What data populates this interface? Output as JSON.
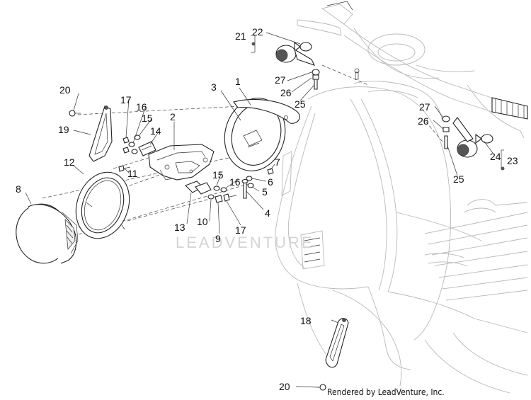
{
  "callouts": [
    {
      "id": "c1",
      "text": "1"
    },
    {
      "id": "c2",
      "text": "2"
    },
    {
      "id": "c3",
      "text": "3"
    },
    {
      "id": "c4",
      "text": "4"
    },
    {
      "id": "c5",
      "text": "5"
    },
    {
      "id": "c6",
      "text": "6"
    },
    {
      "id": "c7",
      "text": "7"
    },
    {
      "id": "c8",
      "text": "8"
    },
    {
      "id": "c9",
      "text": "9"
    },
    {
      "id": "c10",
      "text": "10"
    },
    {
      "id": "c11",
      "text": "11"
    },
    {
      "id": "c12",
      "text": "12"
    },
    {
      "id": "c13",
      "text": "13"
    },
    {
      "id": "c14",
      "text": "14"
    },
    {
      "id": "c15a",
      "text": "15"
    },
    {
      "id": "c15b",
      "text": "15"
    },
    {
      "id": "c16a",
      "text": "16"
    },
    {
      "id": "c16b",
      "text": "16"
    },
    {
      "id": "c17a",
      "text": "17"
    },
    {
      "id": "c17b",
      "text": "17"
    },
    {
      "id": "c18",
      "text": "18"
    },
    {
      "id": "c19",
      "text": "19"
    },
    {
      "id": "c20a",
      "text": "20"
    },
    {
      "id": "c20b",
      "text": "20"
    },
    {
      "id": "c21",
      "text": "21"
    },
    {
      "id": "c22",
      "text": "22"
    },
    {
      "id": "c23",
      "text": "23"
    },
    {
      "id": "c24",
      "text": "24"
    },
    {
      "id": "c25a",
      "text": "25"
    },
    {
      "id": "c25b",
      "text": "25"
    },
    {
      "id": "c26a",
      "text": "26"
    },
    {
      "id": "c26b",
      "text": "26"
    },
    {
      "id": "c27a",
      "text": "27"
    },
    {
      "id": "c27b",
      "text": "27"
    }
  ],
  "watermark": "LEADVENTURE",
  "credit": "Rendered by LeadVenture, Inc."
}
